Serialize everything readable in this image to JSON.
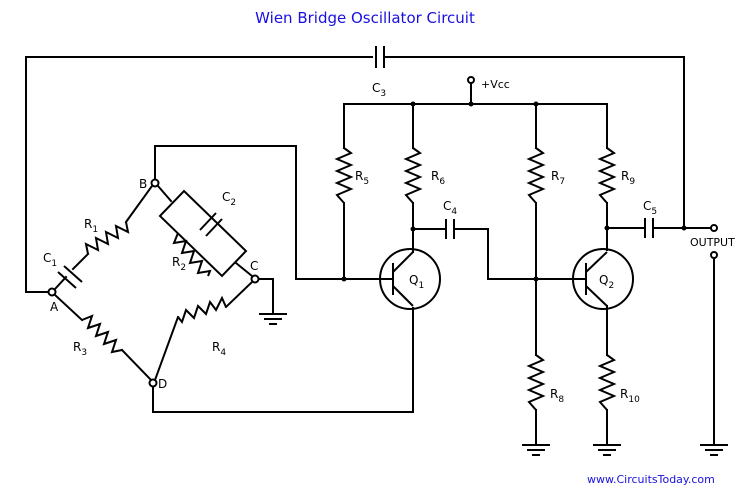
{
  "title": "Wien Bridge Oscillator Circuit",
  "watermark": "www.CircuitsToday.com",
  "supply_label": "+Vcc",
  "output_label": "OUTPUT",
  "nodes": {
    "A": "A",
    "B": "B",
    "C": "C",
    "D": "D"
  },
  "components": {
    "R1": {
      "base": "R",
      "sub": "1"
    },
    "R2": {
      "base": "R",
      "sub": "2"
    },
    "R3": {
      "base": "R",
      "sub": "3"
    },
    "R4": {
      "base": "R",
      "sub": "4"
    },
    "R5": {
      "base": "R",
      "sub": "5"
    },
    "R6": {
      "base": "R",
      "sub": "6"
    },
    "R7": {
      "base": "R",
      "sub": "7"
    },
    "R8": {
      "base": "R",
      "sub": "8"
    },
    "R9": {
      "base": "R",
      "sub": "9"
    },
    "R10": {
      "base": "R",
      "sub": "10"
    },
    "C1": {
      "base": "C",
      "sub": "1"
    },
    "C2": {
      "base": "C",
      "sub": "2"
    },
    "C3": {
      "base": "C",
      "sub": "3"
    },
    "C4": {
      "base": "C",
      "sub": "4"
    },
    "C5": {
      "base": "C",
      "sub": "5"
    },
    "Q1": {
      "base": "Q",
      "sub": "1"
    },
    "Q2": {
      "base": "Q",
      "sub": "2"
    }
  }
}
